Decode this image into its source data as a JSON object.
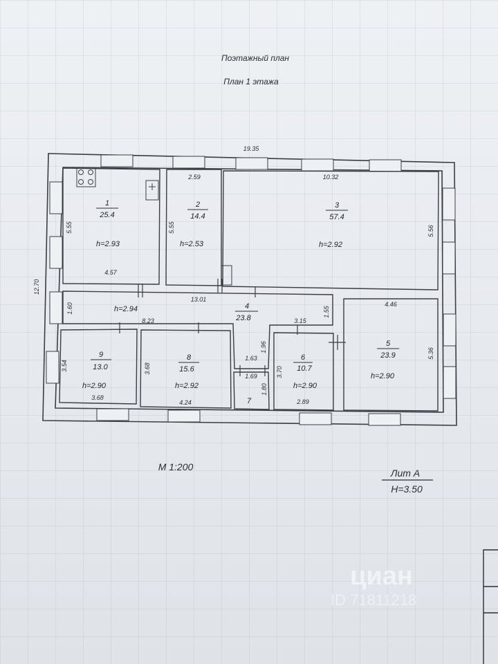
{
  "titles": {
    "plan": "Поэтажный план",
    "floor": "План 1 этажа"
  },
  "dims": {
    "overall_width": "19.35",
    "overall_height": "12.70",
    "r1_h": "5.55",
    "r1_w": "4.57",
    "r2_w": "2.59",
    "r2_h": "5.55",
    "r3_w": "10.32",
    "r3_h": "5.56",
    "corr_h": "1.60",
    "corr_len": "13.01",
    "corr_right_h": "1.55",
    "lower_left_w": "8.23",
    "r9_h": "3.54",
    "r9_w": "3.68",
    "r8_h": "3.68",
    "r8_w": "4.24",
    "r7_top": "1.63",
    "r7_side_a": "1.96",
    "r7_bottom": "1.69",
    "r7_side_b": "1.80",
    "r6_top": "3.15",
    "r6_h": "3.70",
    "r6_w": "2.89",
    "r5_w": "4.46",
    "r5_h": "5.36"
  },
  "rooms": [
    {
      "id": "1",
      "area": "25.4",
      "h": "h=2.93"
    },
    {
      "id": "2",
      "area": "14.4",
      "h": "h=2.53"
    },
    {
      "id": "3",
      "area": "57.4",
      "h": "h=2.92"
    },
    {
      "id": "4",
      "area": "23.8",
      "h": "h=2.94"
    },
    {
      "id": "5",
      "area": "23.9",
      "h": "h=2.90"
    },
    {
      "id": "6",
      "area": "10.7",
      "h": "h=2.90"
    },
    {
      "id": "7"
    },
    {
      "id": "8",
      "area": "15.6",
      "h": "h=2.92"
    },
    {
      "id": "9",
      "area": "13.0",
      "h": "h=2.90"
    }
  ],
  "scale": "М 1:200",
  "lit": {
    "label": "Лит А",
    "height": "Н=3.50"
  },
  "watermark": {
    "brand": "циан",
    "id": "ID 71811218"
  }
}
